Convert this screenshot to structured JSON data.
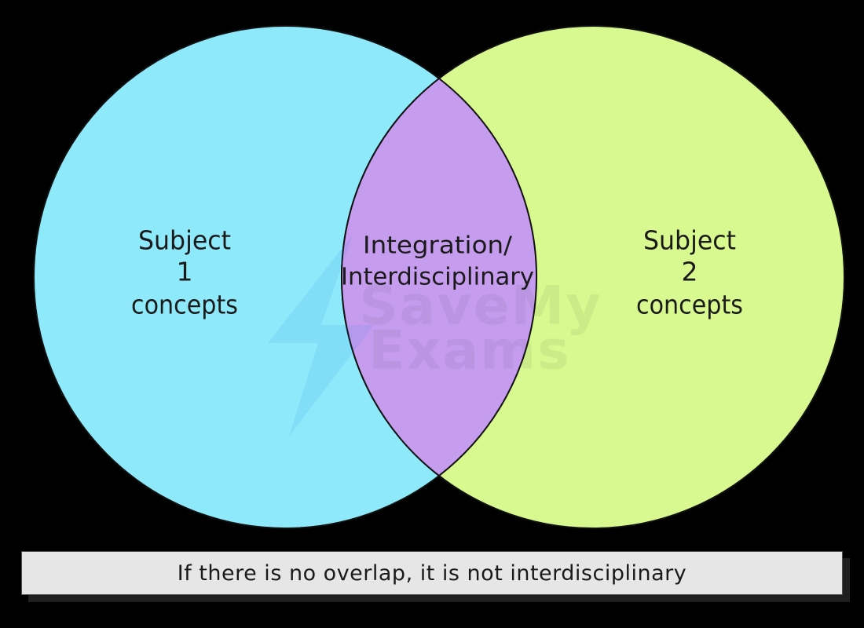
{
  "page": {
    "background_color": "#000000"
  },
  "diagram": {
    "type": "venn",
    "outline_color": "#111111",
    "text_color": "#1a1a1a",
    "left_circle": {
      "fill": "#8EE9FB",
      "label_lines": [
        "Subject",
        "1",
        "concepts"
      ]
    },
    "right_circle": {
      "fill": "#D7F98F",
      "label_lines": [
        "Subject",
        "2",
        "concepts"
      ]
    },
    "overlap": {
      "fill": "#C69CEF",
      "label_lines": [
        "Integration/",
        "Interdisciplinary"
      ]
    }
  },
  "watermark": {
    "icon": "lightning-bolt-icon",
    "line1": "SaveMy",
    "line2": "Exams"
  },
  "caption": {
    "text": "If there is no overlap, it is not interdisciplinary",
    "background": "#E6E6E6",
    "text_color": "#1a1a1a"
  }
}
